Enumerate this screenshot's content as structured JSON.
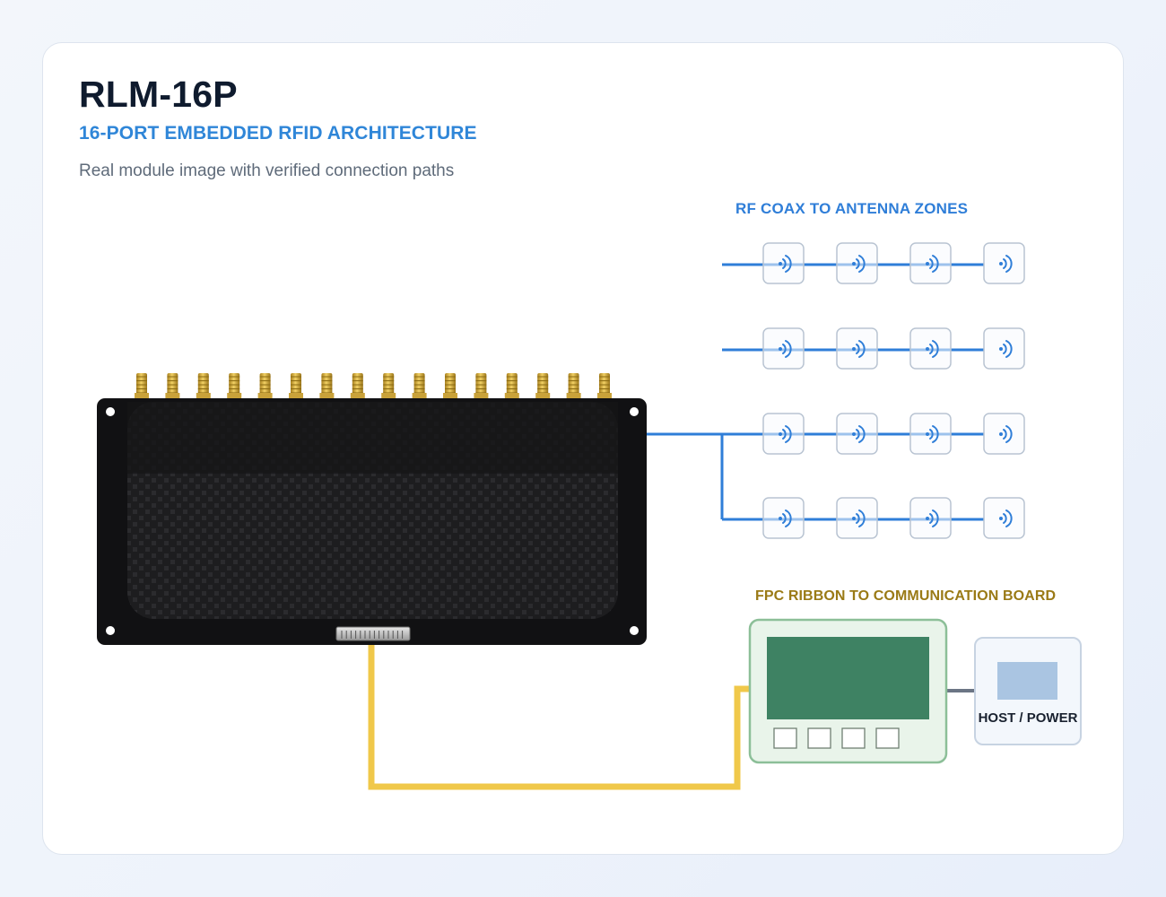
{
  "header": {
    "title": "RLM-16P",
    "subtitle": "16-PORT EMBEDDED RFID ARCHITECTURE",
    "description": "Real module image with verified connection paths"
  },
  "labels": {
    "rf_coax": "RF COAX TO ANTENNA ZONES",
    "fpc_ribbon": "FPC RIBBON TO COMMUNICATION BOARD",
    "host_power": "HOST / POWER"
  },
  "module": {
    "connector_count": 16
  },
  "antenna_grid": {
    "rows": 4,
    "columns": 4,
    "icon": "rfid-antenna-icon"
  },
  "comm_board": {
    "button_count": 4
  },
  "colors": {
    "rf_line": "#2f7ed8",
    "fpc_line": "#f0c84a",
    "title": "#0f1b2e",
    "subtitle": "#2f86d8",
    "fpc_label": "#9a7a16",
    "board_screen": "#3e8263",
    "board_frame": "#8cbf98"
  }
}
